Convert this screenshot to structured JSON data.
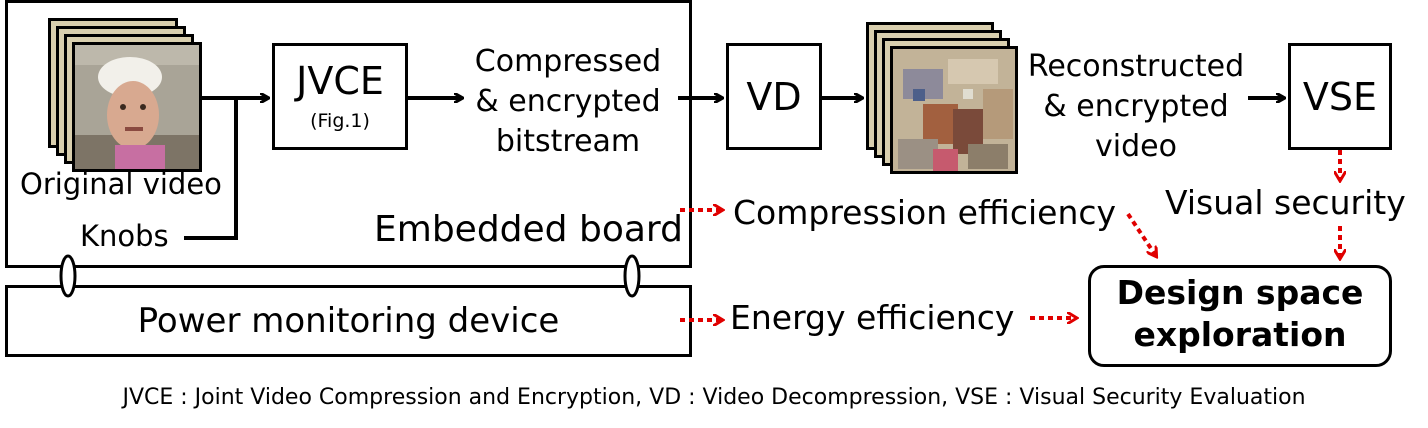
{
  "labels": {
    "original_video": "Original video",
    "knobs": "Knobs",
    "embedded_board": "Embedded board",
    "jvce": "JVCE",
    "jvce_ref": "(Fig.1)",
    "compressed_line1": "Compressed",
    "compressed_line2": "& encrypted",
    "compressed_line3": "bitstream",
    "vd": "VD",
    "reconstructed_line1": "Reconstructed",
    "reconstructed_line2": "& encrypted",
    "reconstructed_line3": "video",
    "vse": "VSE",
    "compression_efficiency": "Compression efficiency",
    "visual_security": "Visual security",
    "power_monitoring": "Power monitoring device",
    "energy_efficiency": "Energy efficiency",
    "design_space_line1": "Design space",
    "design_space_line2": "exploration"
  },
  "caption": "JVCE : Joint Video Compression and Encryption, VD : Video Decompression, VSE : Visual Security Evaluation",
  "colors": {
    "stroke": "#000000",
    "dotted_arrow": "#e00000",
    "frame_back": "#d9cfae",
    "frame_photo_sky": "#a7a090",
    "frame_encrypted": "#b7a68a"
  }
}
